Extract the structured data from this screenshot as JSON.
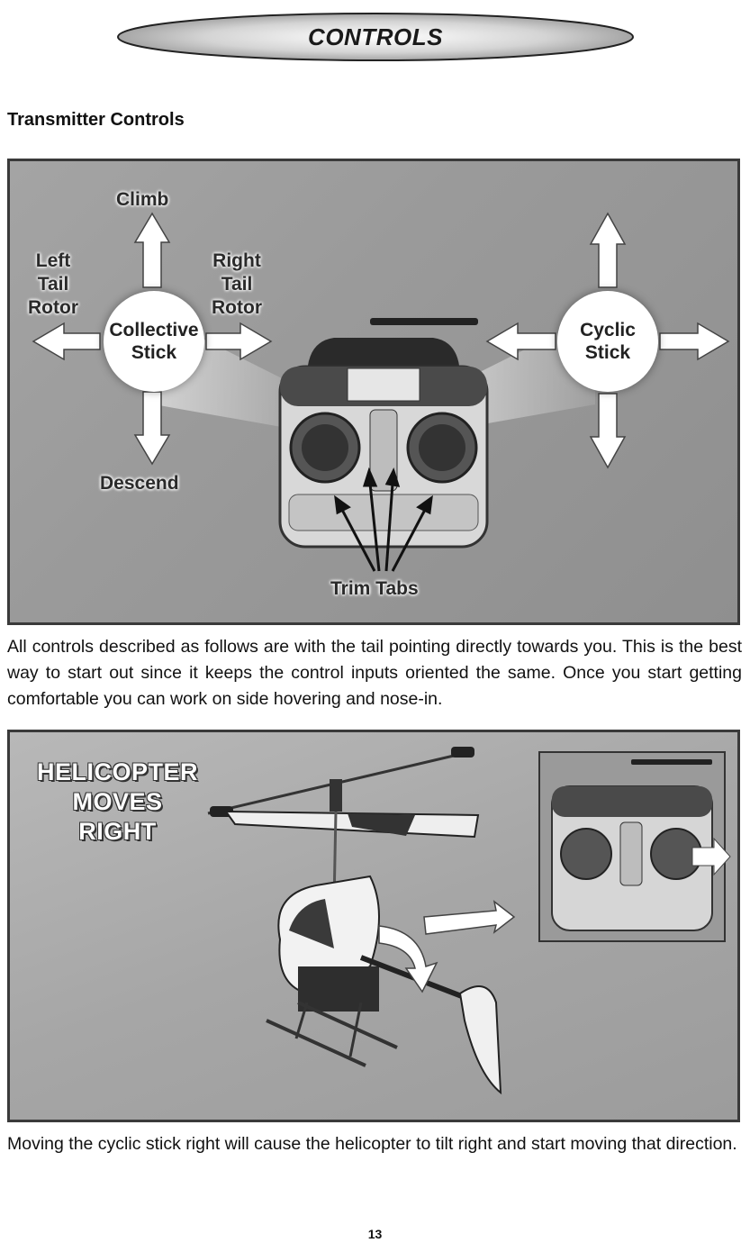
{
  "header": {
    "title": "CONTROLS"
  },
  "section_heading": "Transmitter Controls",
  "figure1": {
    "climb": "Climb",
    "descend": "Descend",
    "left_tail_rotor": "Left\nTail\nRotor",
    "right_tail_rotor": "Right\nTail\nRotor",
    "collective_stick": "Collective\nStick",
    "cyclic_stick": "Cyclic\nStick",
    "trim_tabs": "Trim Tabs"
  },
  "paragraph1": "All controls described as follows are with the tail pointing directly towards you. This is the best way to start out since it keeps the control inputs oriented the same. Once you start getting comfortable you can work on side hovering and nose-in.",
  "figure2": {
    "caption_overlay": "HELICOPTER\nMOVES\nRIGHT"
  },
  "paragraph2": "Moving the cyclic stick right will cause the helicopter to tilt right and start moving that direction.",
  "page_number": "13"
}
